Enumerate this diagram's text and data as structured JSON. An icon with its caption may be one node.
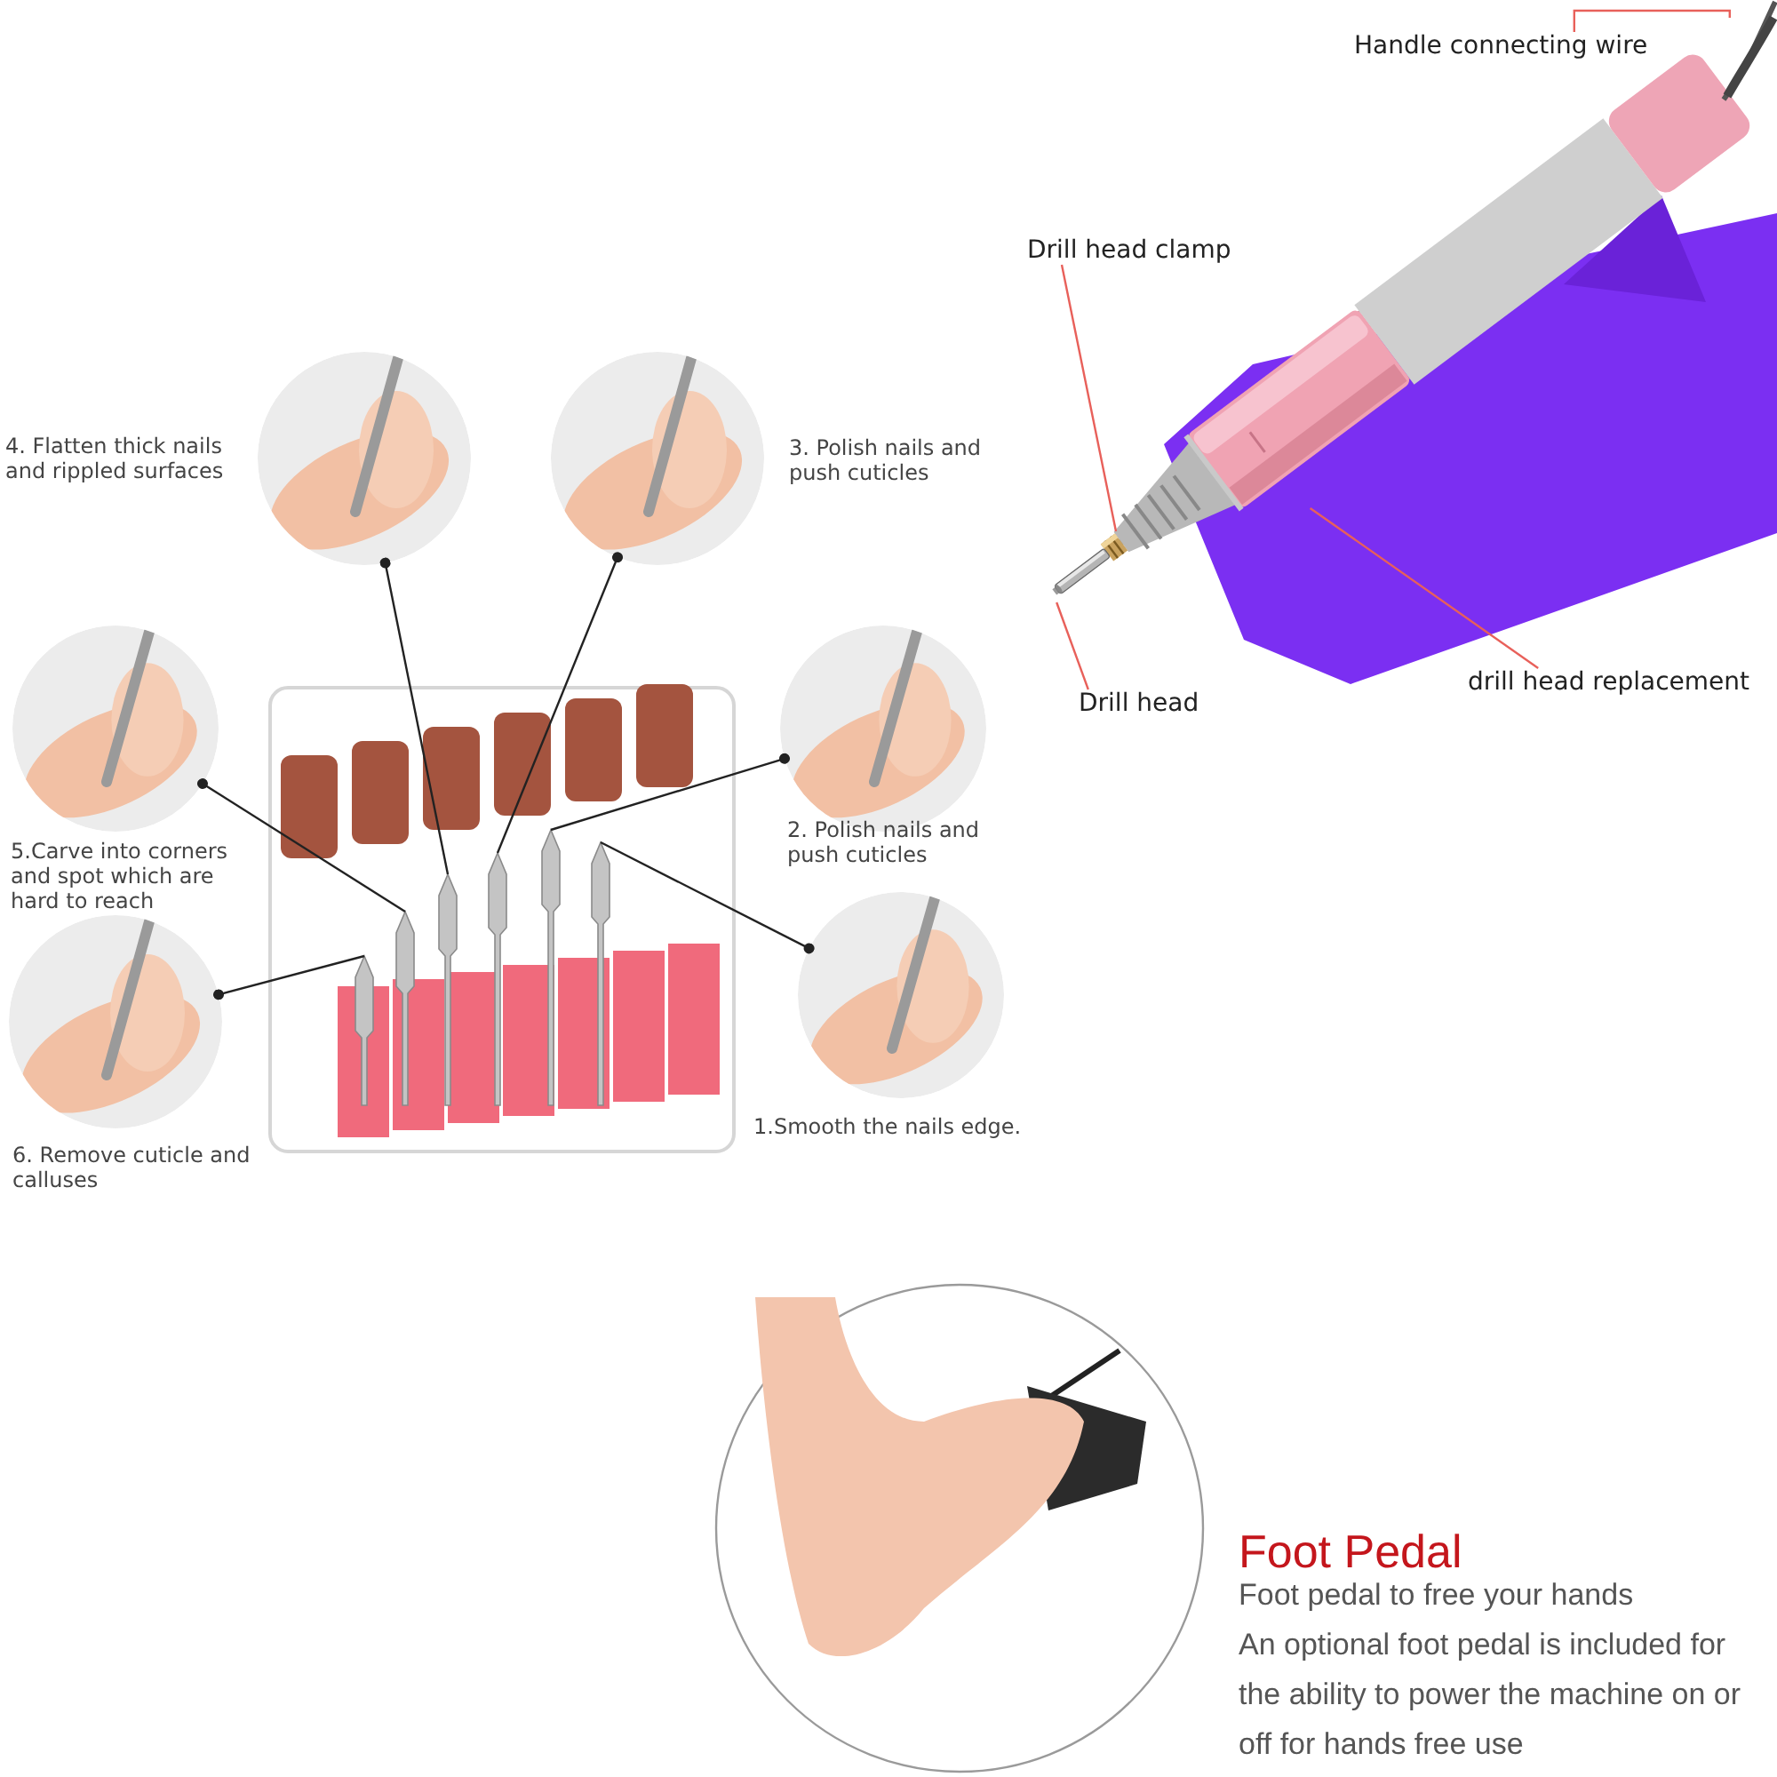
{
  "diagram": {
    "nodes": [
      {
        "text": [
          "Handle connecting wire"
        ]
      },
      {
        "text": [],
        "shape": "picture"
      },
      {
        "text": [],
        "shape": "picture"
      },
      {
        "text": [],
        "shape": "picture"
      },
      {
        "text": [],
        "shape": "picture"
      },
      {
        "text": [],
        "shape": "picture",
        "in": 1
      },
      {
        "text": [
          "Drill head clamp"
        ]
      },
      {
        "text": [
          "Drill head"
        ]
      },
      {
        "text": [
          "drill head replacement"
        ]
      },
      {
        "text": [],
        "shape": "picture",
        "beside": [
          "4. Flatten thick nails and rippled surfaces"
        ]
      },
      {
        "text": [],
        "shape": "picture",
        "beside": [
          "3. Polish nails and push cuticles"
        ]
      },
      {
        "text": [],
        "shape": "picture",
        "beside": [
          "5.Carve into corners and spot which are hard to reach"
        ]
      },
      {
        "text": [],
        "shape": "picture",
        "beside": [
          "2. Polish nails and push cuticles"
        ]
      },
      {
        "text": [],
        "shape": "picture",
        "beside": [
          "6. Remove cuticle and calluses"
        ]
      },
      {
        "text": [],
        "shape": "picture",
        "beside": [
          "1.Smooth the nails edge."
        ]
      },
      {
        "text": [],
        "shape": "picture"
      },
      {
        "text": [],
        "shape": "picture",
        "in": 15
      },
      {
        "text": [],
        "shape": "picture",
        "in": 15
      },
      {
        "text": [],
        "shape": "picture",
        "in": 15
      },
      {
        "text": [],
        "shape": "picture",
        "in": 15
      },
      {
        "text": [],
        "shape": "picture",
        "in": 15
      },
      {
        "text": [],
        "shape": "picture",
        "in": 15
      },
      {
        "text": [],
        "shape": "picture"
      }
    ],
    "edges": [
      {
        "from": 0,
        "to": 2,
        "arrow": "none",
        "color": "#e8605a"
      },
      {
        "from": 6,
        "to": 3,
        "arrow": "none",
        "color": "#e8605a"
      },
      {
        "from": 7,
        "to": 4,
        "arrow": "none",
        "color": "#e8605a"
      },
      {
        "from": 8,
        "to": 5,
        "arrow": "none",
        "color": "#e8605a"
      },
      {
        "from": 9,
        "to": 18,
        "arrow": "other"
      },
      {
        "from": 10,
        "to": 19,
        "arrow": "other"
      },
      {
        "from": 11,
        "to": 17,
        "arrow": "other"
      },
      {
        "from": 12,
        "to": 20,
        "arrow": "other"
      },
      {
        "from": 13,
        "to": 16,
        "arrow": "other"
      },
      {
        "from": 14,
        "to": 21,
        "arrow": "other"
      }
    ],
    "labels": [
      "Foot Pedal",
      "Foot pedal to free your hands",
      "An optional foot pedal is included for the ability to power the machine on or off for hands free use"
    ]
  }
}
